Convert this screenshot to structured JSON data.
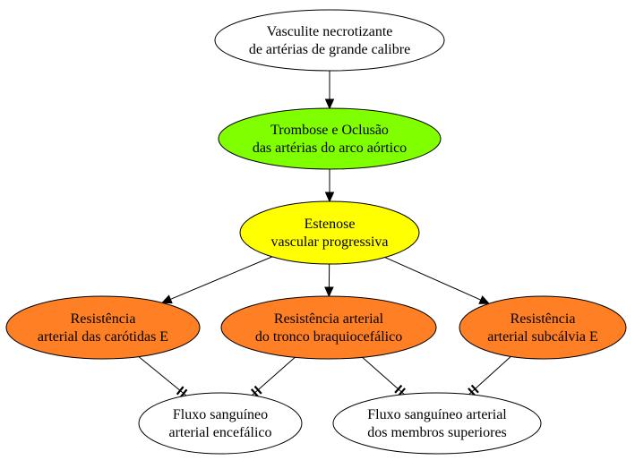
{
  "diagram": {
    "nodes": [
      {
        "id": "vasculite",
        "lines": [
          "Vasculite necrotizante",
          "de artérias de grande calibre"
        ],
        "fill": "#ffffff"
      },
      {
        "id": "trombose",
        "lines": [
          "Trombose e Oclusão",
          "das artérias do arco aórtico"
        ],
        "fill": "#7fff00"
      },
      {
        "id": "estenose",
        "lines": [
          "Estenose",
          "vascular progressiva"
        ],
        "fill": "#ffff00"
      },
      {
        "id": "res-carotidas",
        "lines": [
          "Resistência",
          "arterial das carótidas E"
        ],
        "fill": "#ff7f24"
      },
      {
        "id": "res-tronco",
        "lines": [
          "Resistência arterial",
          "do tronco braquiocefálico"
        ],
        "fill": "#ff7f24"
      },
      {
        "id": "res-subclavia",
        "lines": [
          "Resistência",
          "arterial subcálvia E"
        ],
        "fill": "#ff7f24"
      },
      {
        "id": "fluxo-encefalico",
        "lines": [
          "Fluxo sanguíneo",
          "arterial encefálico"
        ],
        "fill": "#ffffff"
      },
      {
        "id": "fluxo-membros",
        "lines": [
          "Fluxo sanguíneo arterial",
          "dos membros superiores"
        ],
        "fill": "#ffffff"
      }
    ],
    "edges": [
      {
        "from": "vasculite",
        "to": "trombose",
        "type": "arrow"
      },
      {
        "from": "trombose",
        "to": "estenose",
        "type": "arrow"
      },
      {
        "from": "estenose",
        "to": "res-carotidas",
        "type": "arrow"
      },
      {
        "from": "estenose",
        "to": "res-tronco",
        "type": "arrow"
      },
      {
        "from": "estenose",
        "to": "res-subclavia",
        "type": "arrow"
      },
      {
        "from": "res-carotidas",
        "to": "fluxo-encefalico",
        "type": "inhibit"
      },
      {
        "from": "res-tronco",
        "to": "fluxo-encefalico",
        "type": "inhibit"
      },
      {
        "from": "res-tronco",
        "to": "fluxo-membros",
        "type": "inhibit"
      },
      {
        "from": "res-subclavia",
        "to": "fluxo-membros",
        "type": "inhibit"
      }
    ]
  }
}
